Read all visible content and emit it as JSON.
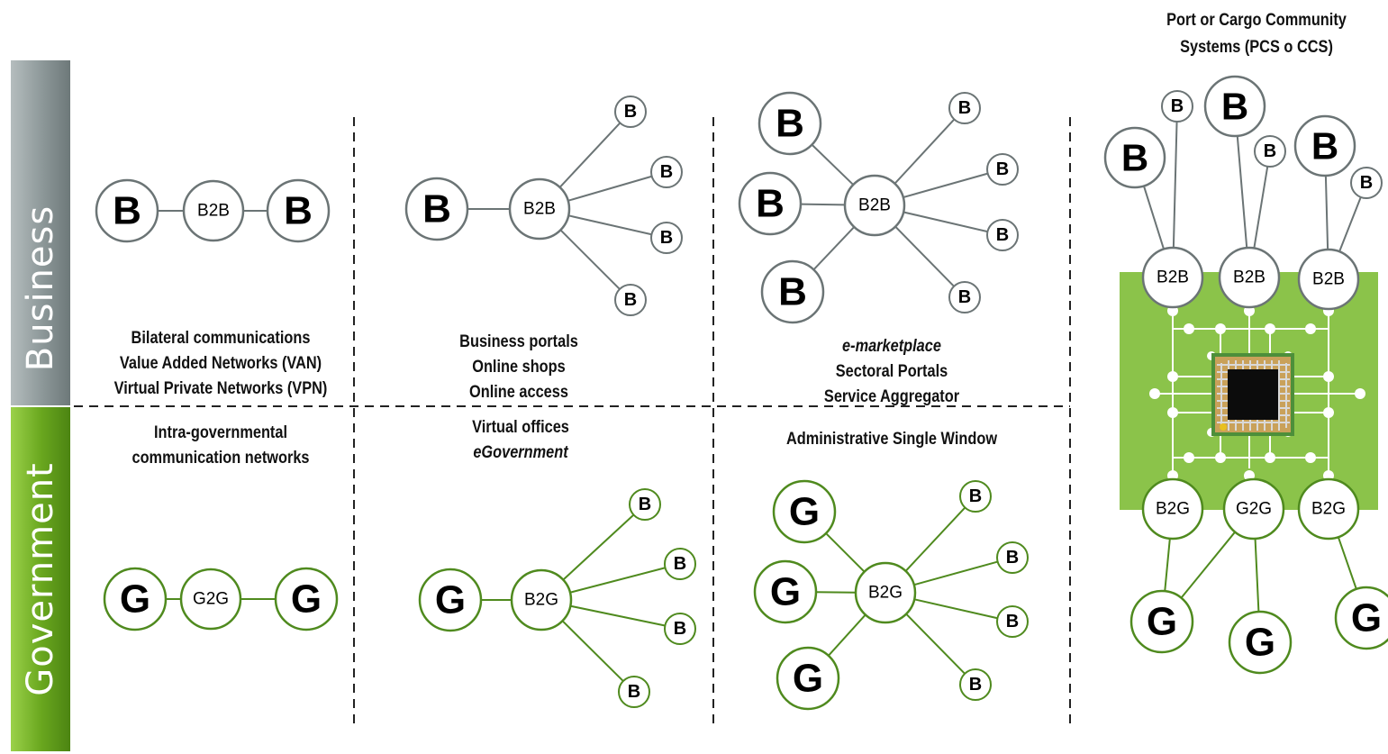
{
  "bands": {
    "business": "Business",
    "government": "Government"
  },
  "colors": {
    "business_band": "#8f9a9b",
    "government_band": "#6aa81f",
    "business_node": "#6b7475",
    "government_node": "#4f8a1e",
    "pcs_board": "#8bc34a"
  },
  "pcs_title": {
    "line1": "Port or Cargo Community",
    "line2": "Systems (PCS o CCS)"
  },
  "captions": {
    "bilateral": {
      "line1": "Bilateral communications",
      "line2": "Value Added Networks (VAN)",
      "line3": "Virtual Private Networks (VPN)"
    },
    "portals": {
      "line1": "Business portals",
      "line2": "Online shops",
      "line3": "Online access"
    },
    "marketplace": {
      "line1": "e-marketplace",
      "line2": "Sectoral Portals",
      "line3": "Service Aggregator"
    },
    "intra_gov": {
      "line1": "Intra-governmental",
      "line2": "communication networks"
    },
    "virtual_offices": {
      "line1": "Virtual offices",
      "line2": "eGovernment"
    },
    "single_window": {
      "line1": "Administrative Single Window"
    }
  },
  "node_labels": {
    "business": "B",
    "government": "G",
    "b2b": "B2B",
    "b2g": "B2G",
    "g2g": "G2G"
  },
  "icons": {
    "chip": "microchip-icon"
  }
}
